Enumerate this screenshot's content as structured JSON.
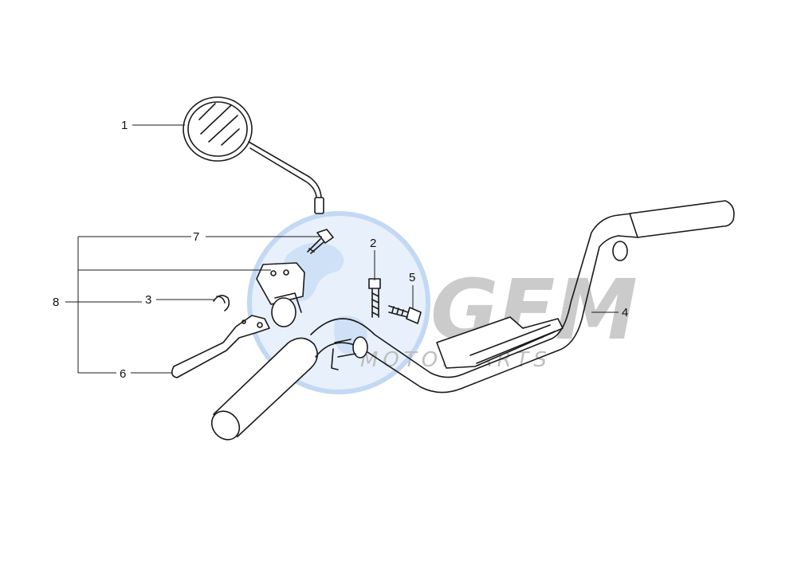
{
  "callouts": {
    "c1": "1",
    "c2": "2",
    "c3": "3",
    "c4": "4",
    "c5": "5",
    "c6": "6",
    "c7": "7",
    "c8": "8"
  },
  "watermark": {
    "logo_text": "GEM",
    "sub_text": "MOTORPARTS"
  },
  "colors": {
    "watermark_blue": "#aac8ef",
    "watermark_gray": "#c9c9c9",
    "line": "#1a1a1a"
  }
}
